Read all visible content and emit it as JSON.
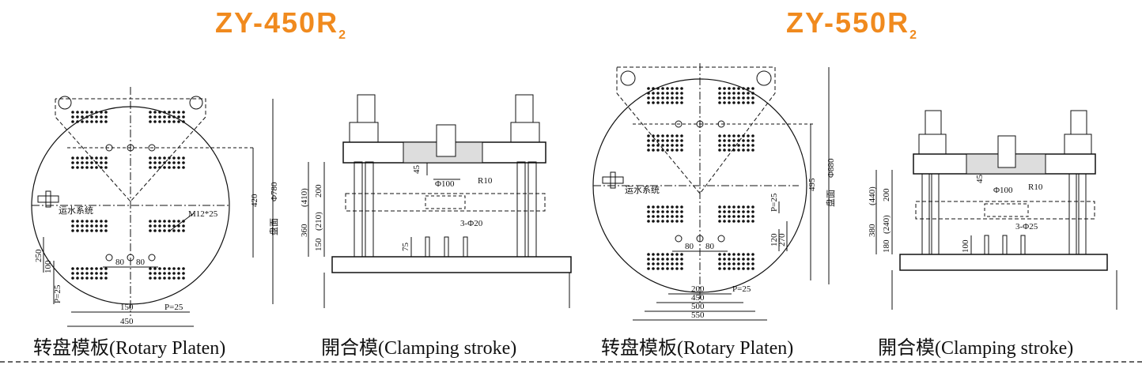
{
  "models": [
    {
      "name": "ZY-450R",
      "subscript": "2"
    },
    {
      "name": "ZY-550R",
      "subscript": "2"
    }
  ],
  "captions": {
    "rotary_450": "转盘模板(Rotary Platen)",
    "clamp_450": "開合模(Clamping stroke)",
    "rotary_550": "转盘模板(Rotary Platen)",
    "clamp_550": "開合模(Clamping stroke)"
  },
  "labels": {
    "r450": {
      "dia_780": "Φ780",
      "surface": "盘面",
      "d420": "420",
      "m12": "M12*25",
      "water": "运水系统",
      "d80a": "80",
      "d80b": "80",
      "d250": "250",
      "d100": "100",
      "p25a": "P=25",
      "d150": "150",
      "p25b": "P=25",
      "d450": "450"
    },
    "c450": {
      "d45": "45",
      "phi100": "Φ100",
      "r10": "R10",
      "d200": "200",
      "d410": "(410)",
      "d360": "360",
      "d150": "150",
      "d210": "(210)",
      "phi20": "3-Φ20",
      "d75": "75"
    },
    "r550": {
      "dia_880": "Φ880",
      "surface": "盘面",
      "d495": "495",
      "water": "运水系统",
      "p25a": "P=25",
      "d120": "120",
      "d270": "270",
      "d80a": "80",
      "d80b": "80",
      "d200": "200",
      "p25b": "P=25",
      "d450": "450",
      "d500": "500",
      "d550": "550"
    },
    "c550": {
      "d45": "45",
      "phi100": "Φ100",
      "r10": "R10",
      "d200": "200",
      "d380": "380",
      "d440": "(440)",
      "d180": "180",
      "d240": "(240)",
      "phi25": "3-Φ25",
      "d100": "100"
    }
  },
  "colors": {
    "title": "#f08a1e",
    "line": "#111111"
  }
}
